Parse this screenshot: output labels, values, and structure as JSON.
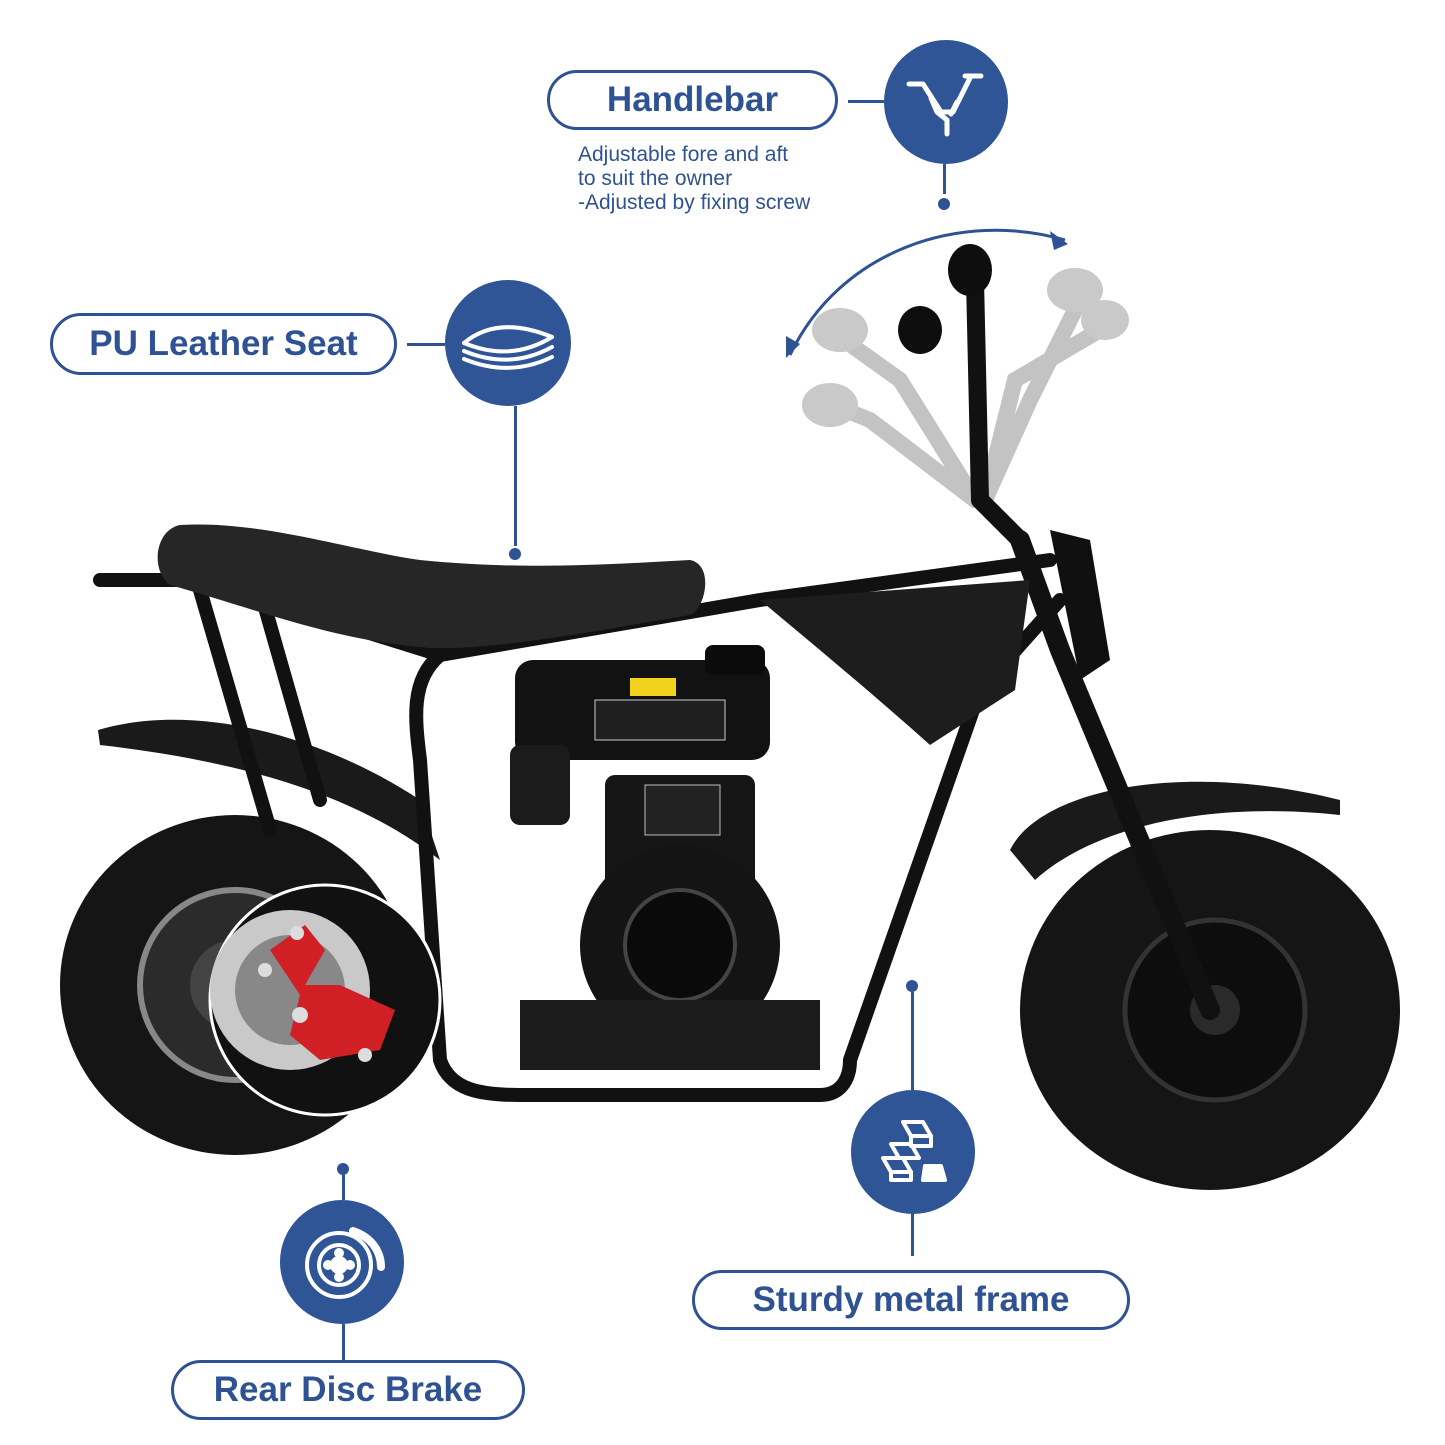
{
  "features": {
    "handlebar": {
      "title": "Handlebar",
      "desc": [
        "Adjustable fore and aft",
        "to suit the owner",
        "-Adjusted by fixing screw"
      ],
      "icon": "handlebar-icon"
    },
    "seat": {
      "title": "PU Leather Seat",
      "icon": "seat-cushion-icon"
    },
    "frame": {
      "title": "Sturdy metal frame",
      "icon": "metal-bars-icon"
    },
    "brake": {
      "title": "Rear Disc Brake",
      "icon": "disc-brake-icon"
    }
  },
  "colors": {
    "accent": "#2e5293",
    "icon_bg": "#2f5597",
    "caliper": "#d11f26",
    "bike": "#111111"
  }
}
